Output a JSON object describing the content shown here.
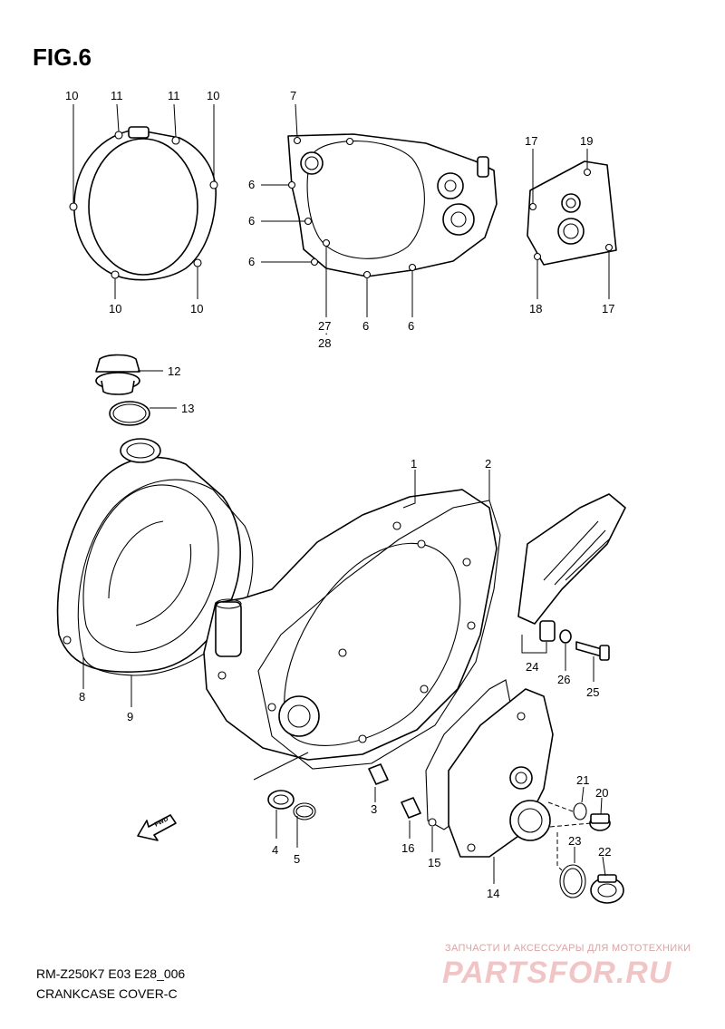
{
  "figure": {
    "title": "FIG.6",
    "model_code": "RM-Z250K7 E03 E28_006",
    "caption": "CRANKCASE COVER-C"
  },
  "watermark": {
    "tagline": "ЗАПЧАСТИ И АКСЕССУАРЫ ДЛЯ МОТОТЕХНИКИ",
    "logo": "PARTSFOR.RU",
    "color": "#e8b4b4"
  },
  "direction_marker": {
    "label": "FWD",
    "icon": "fwd-arrow-icon"
  },
  "callouts": {
    "c1": "1",
    "c2": "2",
    "c3": "3",
    "c4": "4",
    "c5": "5",
    "c6a": "6",
    "c6b": "6",
    "c6c": "6",
    "c6d": "6",
    "c6e": "6",
    "c7": "7",
    "c8": "8",
    "c9": "9",
    "c10a": "10",
    "c10b": "10",
    "c10c": "10",
    "c10d": "10",
    "c11a": "11",
    "c11b": "11",
    "c12": "12",
    "c13": "13",
    "c14": "14",
    "c15": "15",
    "c16": "16",
    "c17a": "17",
    "c17b": "17",
    "c18": "18",
    "c19": "19",
    "c20": "20",
    "c21": "21",
    "c22": "22",
    "c23": "23",
    "c24": "24",
    "c25": "25",
    "c26": "26",
    "c27": "27",
    "c28": "28"
  }
}
